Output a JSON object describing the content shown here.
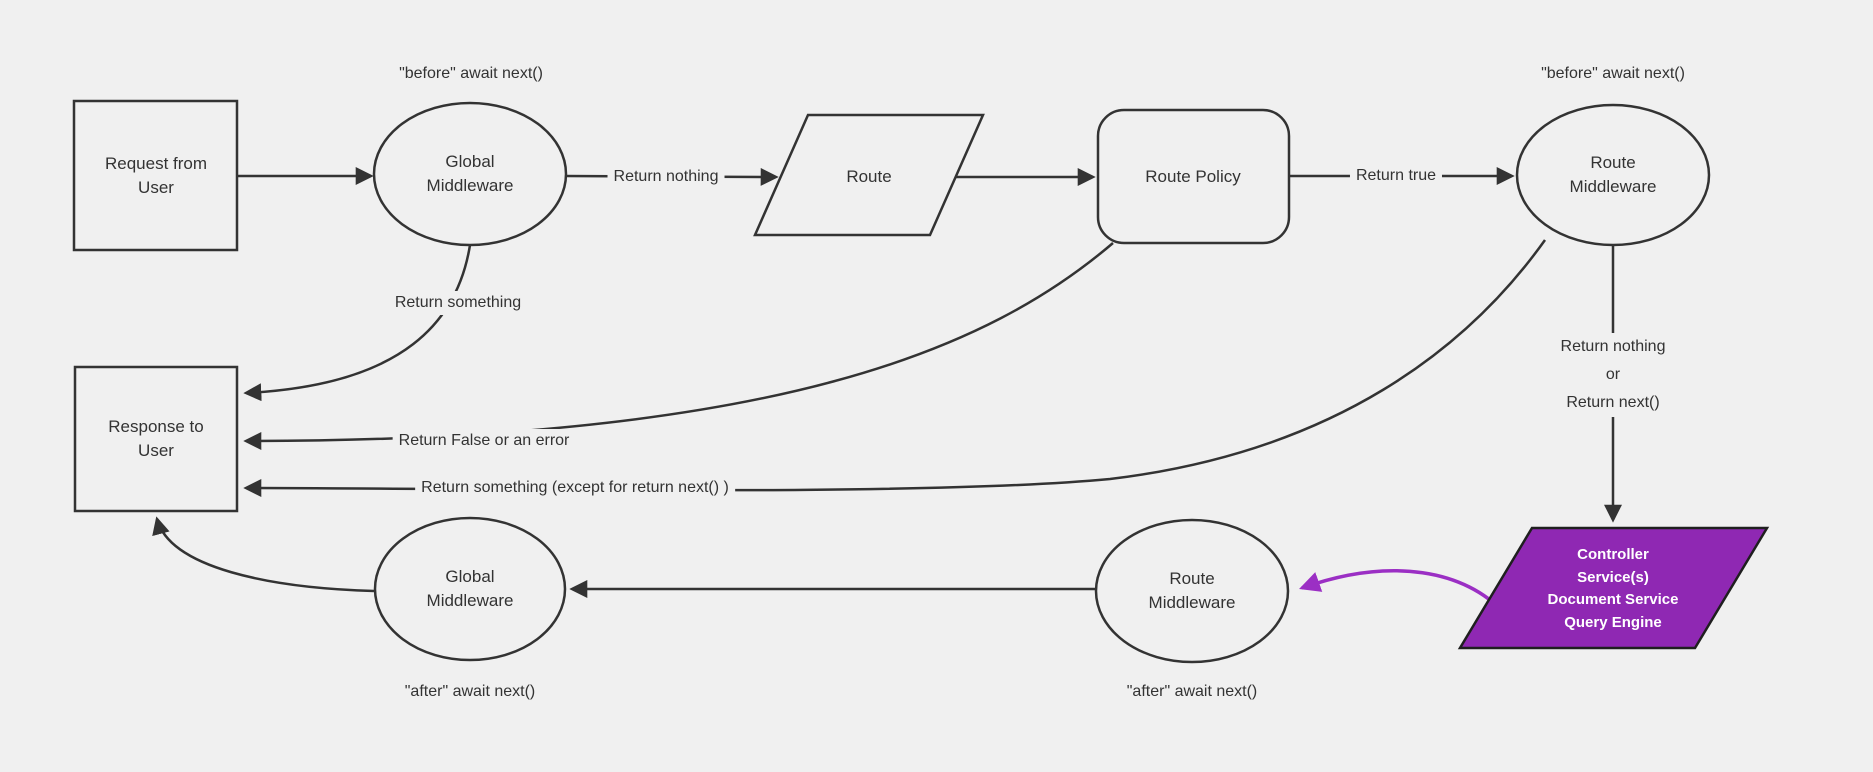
{
  "diagram": {
    "colors": {
      "background": "#f0f0f0",
      "line": "#333333",
      "text": "#333333",
      "highlight_fill": "#8f28b3",
      "highlight_border": "#1f1f1f",
      "highlight_arrow": "#9b2fc4",
      "highlight_text": "#ffffff"
    },
    "nodes": {
      "request": {
        "label": "Request from\nUser",
        "shape": "rectangle"
      },
      "global_middleware_top": {
        "label": "Global\nMiddleware",
        "shape": "ellipse"
      },
      "route": {
        "label": "Route",
        "shape": "parallelogram"
      },
      "route_policy": {
        "label": "Route Policy",
        "shape": "rounded-rectangle"
      },
      "route_middleware_top": {
        "label": "Route\nMiddleware",
        "shape": "ellipse"
      },
      "controller_services": {
        "label": "Controller\nService(s)\nDocument Service\nQuery Engine",
        "shape": "parallelogram"
      },
      "route_middleware_bottom": {
        "label": "Route\nMiddleware",
        "shape": "ellipse"
      },
      "global_middleware_bottom": {
        "label": "Global\nMiddleware",
        "shape": "ellipse"
      },
      "response": {
        "label": "Response to\nUser",
        "shape": "rectangle"
      }
    },
    "edge_labels": {
      "before_global": "\"before\" await next()",
      "before_route_middleware": "\"before\" await next()",
      "return_nothing": "Return nothing",
      "return_true": "Return true",
      "return_something": "Return something",
      "return_false": "Return False or an error",
      "return_something_except": "Return something (except for return next() )",
      "return_nothing_or_next": "Return nothing\nor\nReturn next()",
      "after_global": "\"after\" await next()",
      "after_route_middleware": "\"after\" await next()"
    }
  }
}
